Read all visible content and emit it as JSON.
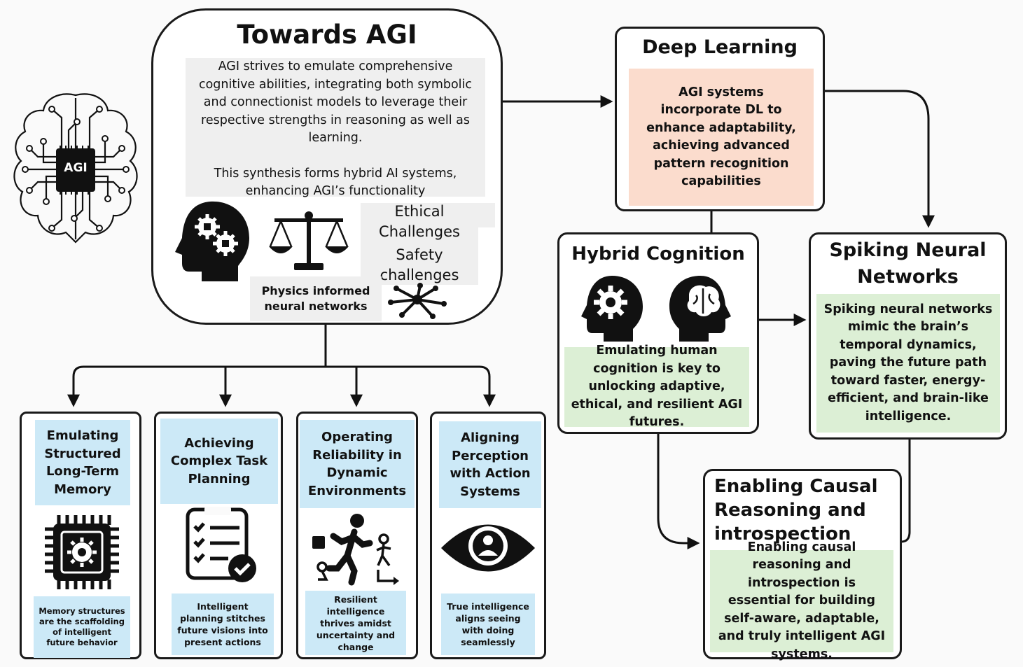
{
  "colors": {
    "blue_panel": "#cce9f7",
    "green_panel": "#dcefd5",
    "peach_panel": "#fbdccd",
    "grey_panel": "#efefef",
    "stroke": "#1a1a1a"
  },
  "agi_logo": {
    "label": "AGI",
    "icon": "brain-circuit-icon"
  },
  "towards_agi": {
    "title": "Towards AGI",
    "para1": "AGI strives to emulate comprehensive cognitive abilities, integrating both symbolic and connectionist models to leverage their respective strengths in reasoning as well as learning.",
    "para2": "This synthesis forms hybrid AI systems, enhancing AGI’s functionality",
    "ethical": "Ethical Challenges",
    "safety": "Safety challenges",
    "pinn": "Physics informed neural networks",
    "icons": [
      "head-gears-icon",
      "scales-icon",
      "network-node-icon"
    ]
  },
  "deep_learning": {
    "title": "Deep Learning",
    "text": "AGI systems incorporate DL to enhance adaptability, achieving advanced pattern recognition capabilities"
  },
  "hybrid_cognition": {
    "title": "Hybrid Cognition",
    "text": "Emulating human cognition is key to unlocking adaptive, ethical, and resilient AGI futures.",
    "icons": [
      "head-gear-icon",
      "head-brain-icon"
    ]
  },
  "spiking": {
    "title_line1": "Spiking Neural",
    "title_line2": "Networks",
    "text": "Spiking neural networks mimic the brain’s temporal dynamics, paving the future path toward faster, energy-efficient, and brain-like intelligence."
  },
  "causal": {
    "title_line1": "Enabling Causal",
    "title_line2": "Reasoning and",
    "title_line3": "introspection",
    "text": "Enabling causal reasoning and introspection is essential for building self-aware, adaptable, and truly intelligent AGI systems."
  },
  "cards": [
    {
      "title": "Emulating Structured Long-Term Memory",
      "caption": "Memory structures are the scaffolding of intelligent future behavior",
      "icon": "chip-gear-icon"
    },
    {
      "title": "Achieving Complex Task Planning",
      "caption": "Intelligent planning stitches future visions into present actions",
      "icon": "checklist-icon"
    },
    {
      "title": "Operating Reliability in Dynamic Environments",
      "caption": "Resilient intelligence thrives amidst uncertainty and change",
      "icon": "running-figure-icon"
    },
    {
      "title": "Aligning Perception with Action Systems",
      "caption": "True intelligence aligns seeing with doing seamlessly",
      "icon": "eye-icon"
    }
  ]
}
